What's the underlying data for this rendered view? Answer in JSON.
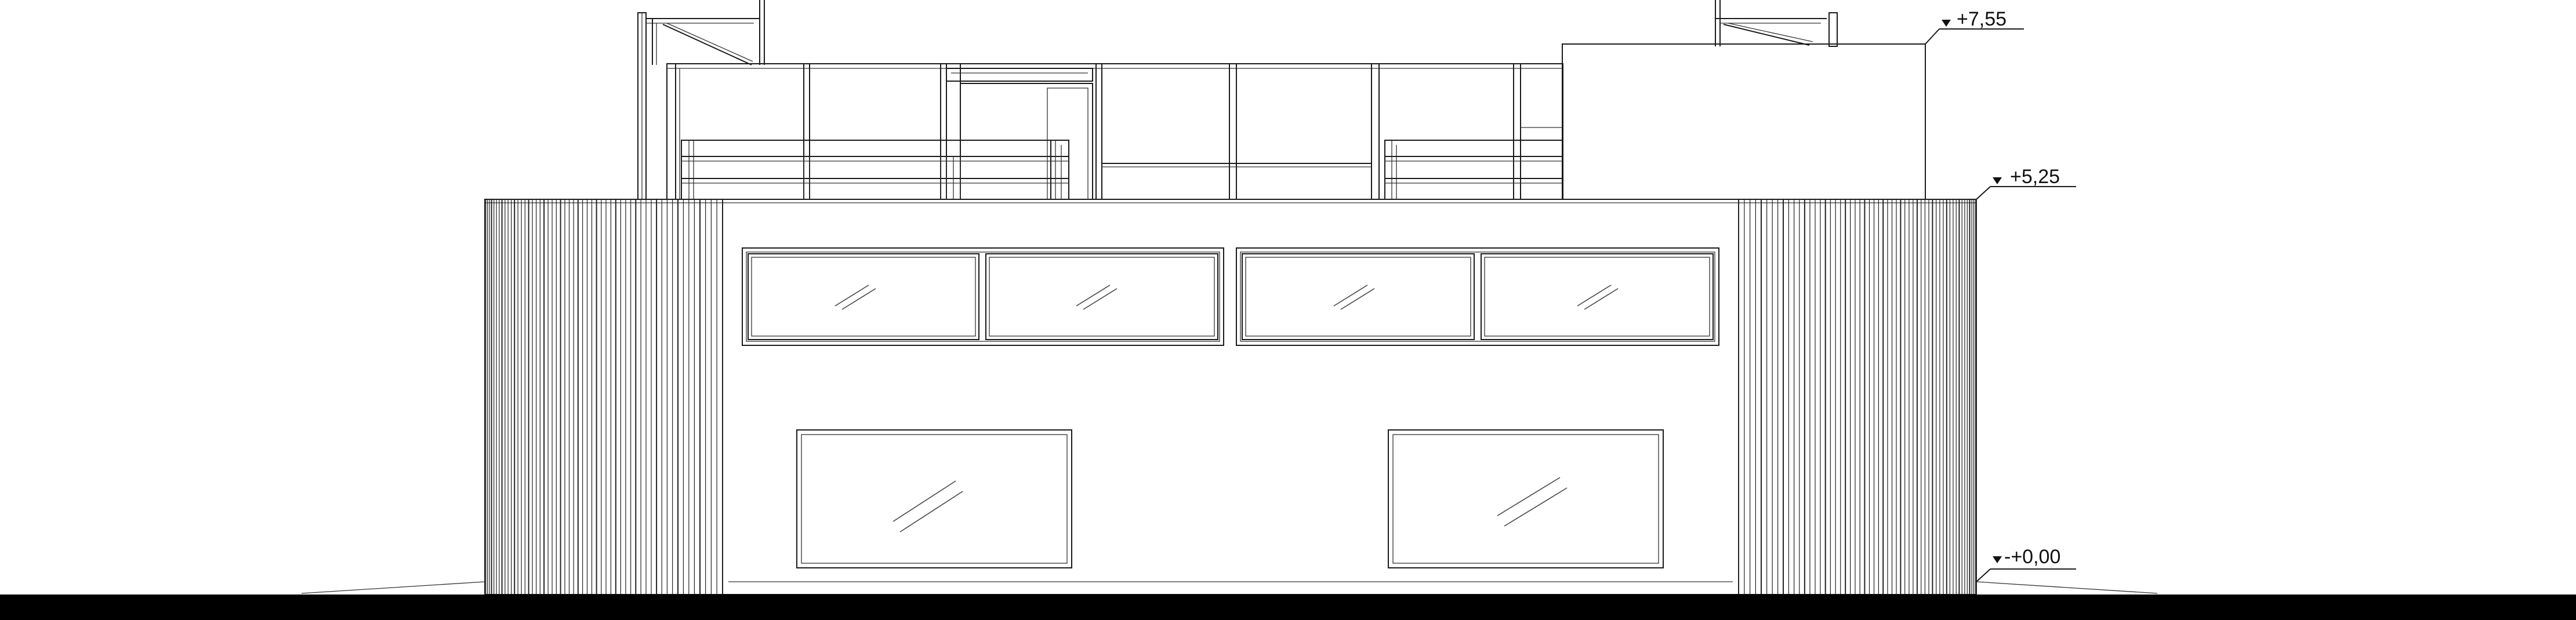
{
  "drawing": {
    "colors": {
      "line": "#1a1a1a",
      "ground": "#000000",
      "background": "#ffffff"
    },
    "levels": [
      {
        "label": "+7,55"
      },
      {
        "label": "+5,25"
      },
      {
        "label": "-+0,00"
      }
    ]
  }
}
